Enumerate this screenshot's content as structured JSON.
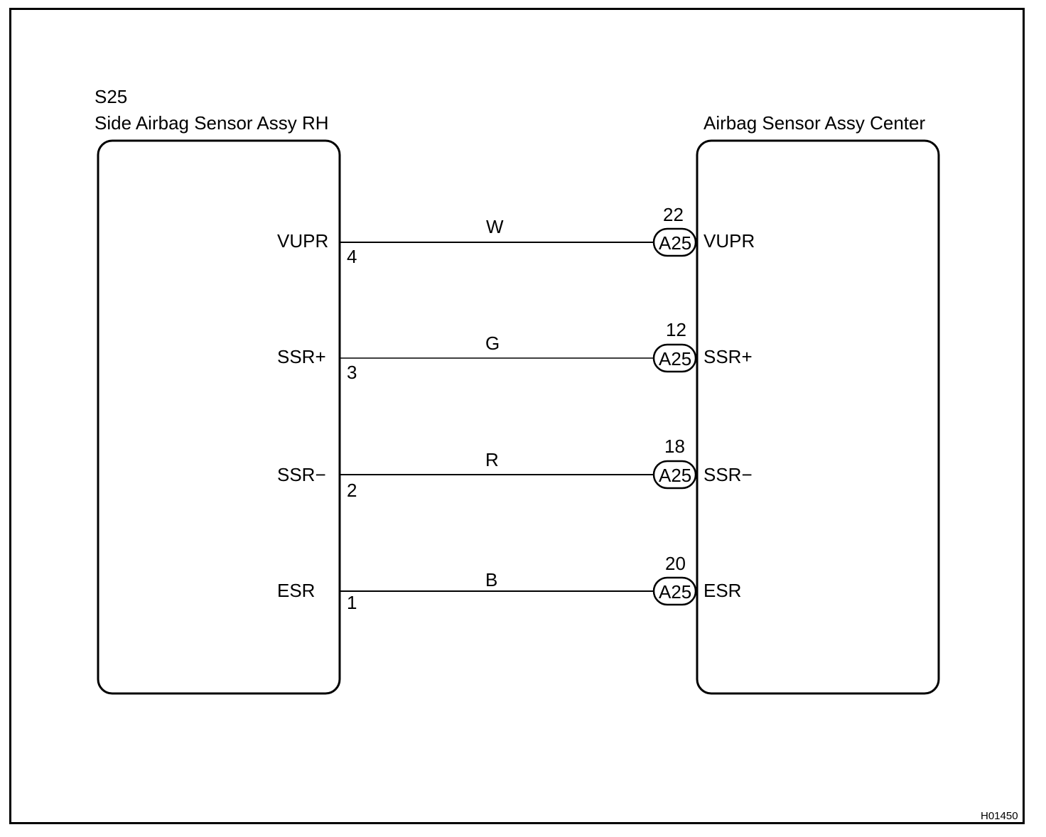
{
  "diagram": {
    "left_component": {
      "code": "S25",
      "name": "Side Airbag Sensor Assy RH"
    },
    "right_component": {
      "name": "Airbag Sensor Assy Center"
    },
    "connector_label": "A25",
    "figure_id": "H01450",
    "wires": [
      {
        "left_signal": "VUPR",
        "left_pin": "4",
        "color": "W",
        "right_pin": "22",
        "right_signal": "VUPR"
      },
      {
        "left_signal": "SSR+",
        "left_pin": "3",
        "color": "G",
        "right_pin": "12",
        "right_signal": "SSR+"
      },
      {
        "left_signal": "SSR−",
        "left_pin": "2",
        "color": "R",
        "right_pin": "18",
        "right_signal": "SSR−"
      },
      {
        "left_signal": "ESR",
        "left_pin": "1",
        "color": "B",
        "right_pin": "20",
        "right_signal": "ESR"
      }
    ]
  }
}
